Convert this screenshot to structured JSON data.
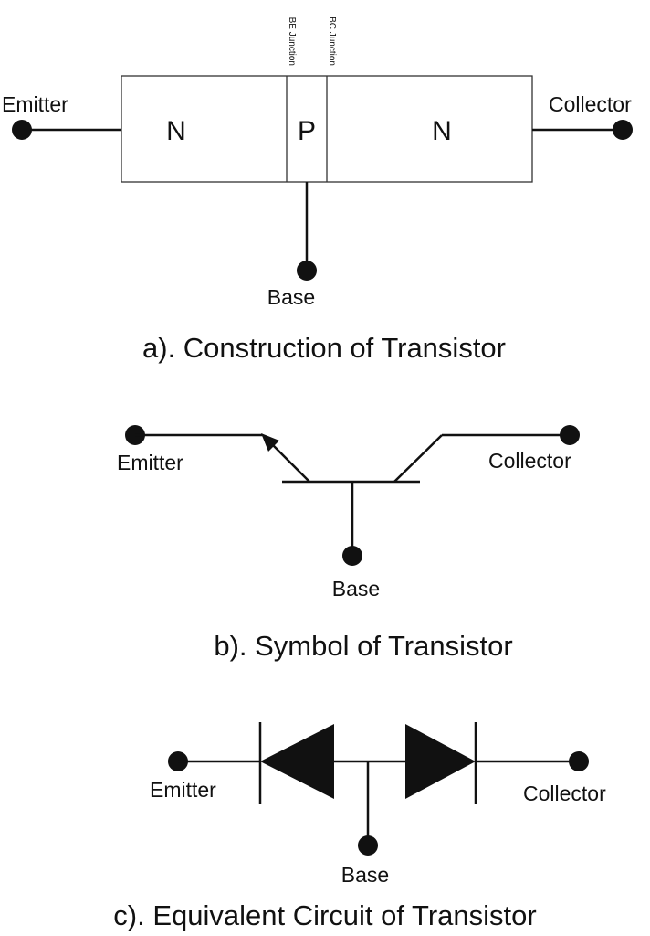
{
  "construction": {
    "emitter_label": "Emitter",
    "collector_label": "Collector",
    "base_label": "Base",
    "region_n_left": "N",
    "region_p": "P",
    "region_n_right": "N",
    "be_junction_label": "BE Junction",
    "bc_junction_label": "BC Junction",
    "caption": "a). Construction of Transistor"
  },
  "symbol": {
    "emitter_label": "Emitter",
    "collector_label": "Collector",
    "base_label": "Base",
    "caption": "b). Symbol of Transistor"
  },
  "equivalent": {
    "emitter_label": "Emitter",
    "collector_label": "Collector",
    "base_label": "Base",
    "caption": "c). Equivalent Circuit of Transistor"
  }
}
